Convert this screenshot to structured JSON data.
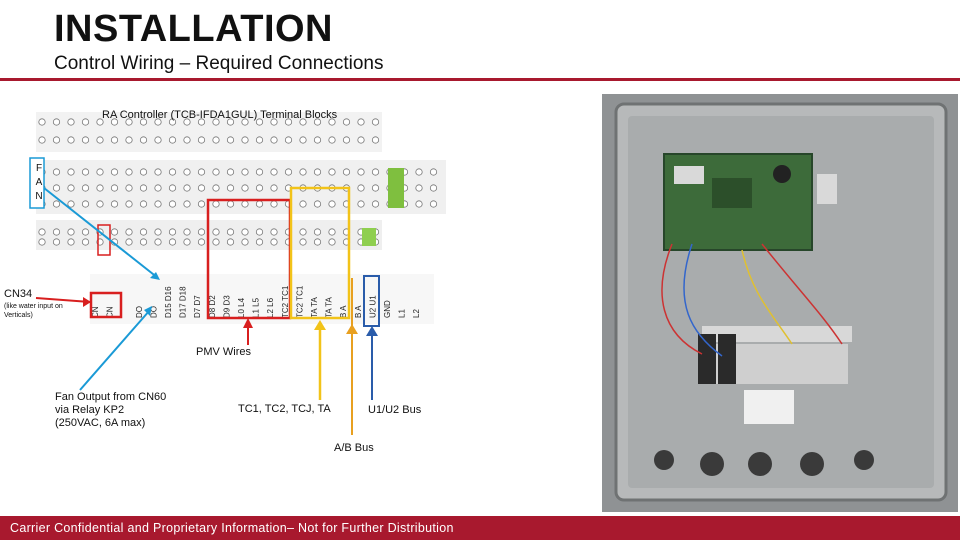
{
  "header": {
    "title": "INSTALLATION",
    "subtitle": "Control Wiring – Required Connections"
  },
  "diagram": {
    "block_title": "RA Controller (TCB-IFDA1GUL) Terminal Blocks",
    "fan_label": [
      "F",
      "A",
      "N"
    ],
    "cn34_label": "CN34",
    "cn34_note": "(like water input on Verticals)",
    "terminal_labels": [
      "CN",
      "CN",
      "",
      "DO",
      "DO",
      "D15 D16",
      "D17 D18",
      "D7 D7",
      "D8 D2",
      "D9 D3",
      "L0 L4",
      "L1 L5",
      "L2 L6",
      "TC2 TC1",
      "TC2 TC1",
      "TA TA",
      "TA TA",
      "B A",
      "B A",
      "U2 U1",
      "GND",
      "L1",
      "L2"
    ],
    "pmv_label": "PMV Wires",
    "fan_output": [
      "Fan Output from CN60",
      "via Relay KP2",
      "(250VAC, 6A max)"
    ],
    "tc_label": "TC1, TC2, TCJ, TA",
    "u_bus_label": "U1/U2 Bus",
    "ab_bus_label": "A/B Bus"
  },
  "footer": {
    "text": "Carrier Confidential and Proprietary Information– Not for Further Distribution"
  },
  "colors": {
    "brand_red": "#a8192e",
    "red_box": "#d81f1f",
    "yellow_box": "#f2c319",
    "blue_arrow": "#1a9ad6",
    "navy_box": "#2a5caa",
    "green_terminal": "#7fbf3f"
  }
}
